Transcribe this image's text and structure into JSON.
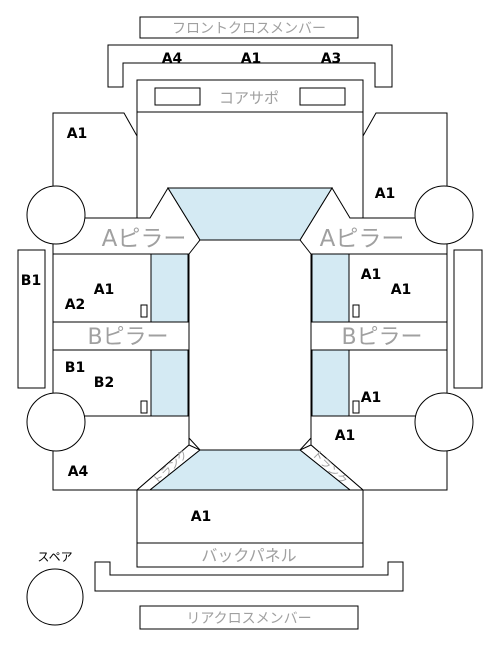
{
  "labels": {
    "front_cross_member": "フロントクロスメンバー",
    "core_support": "コアサポ",
    "a_pillar": "Aピラー",
    "b_pillar": "Bピラー",
    "back_panel": "バックパネル",
    "rear_cross_member": "リアクロスメンバー",
    "spare": "スペア",
    "trunk": "トランク"
  },
  "grades": {
    "front_cross_left": "A4",
    "front_cross_center": "A1",
    "front_cross_right": "A3",
    "front_left_fender": "A1",
    "front_right_fender": "A1",
    "left_side_sill": "B1",
    "left_front_door_a": "A1",
    "left_front_door_b": "A2",
    "left_rear_door_a": "B1",
    "left_rear_door_b": "B2",
    "right_front_door_a": "A1",
    "right_front_door_b": "A1",
    "right_rear_door": "A1",
    "right_rear_quarter": "A1",
    "left_rear_quarter": "A4",
    "trunk_lid": "A1"
  },
  "colors": {
    "glass": "#d4eaf3",
    "part_text": "#a0a0a0",
    "outline": "#000000"
  }
}
